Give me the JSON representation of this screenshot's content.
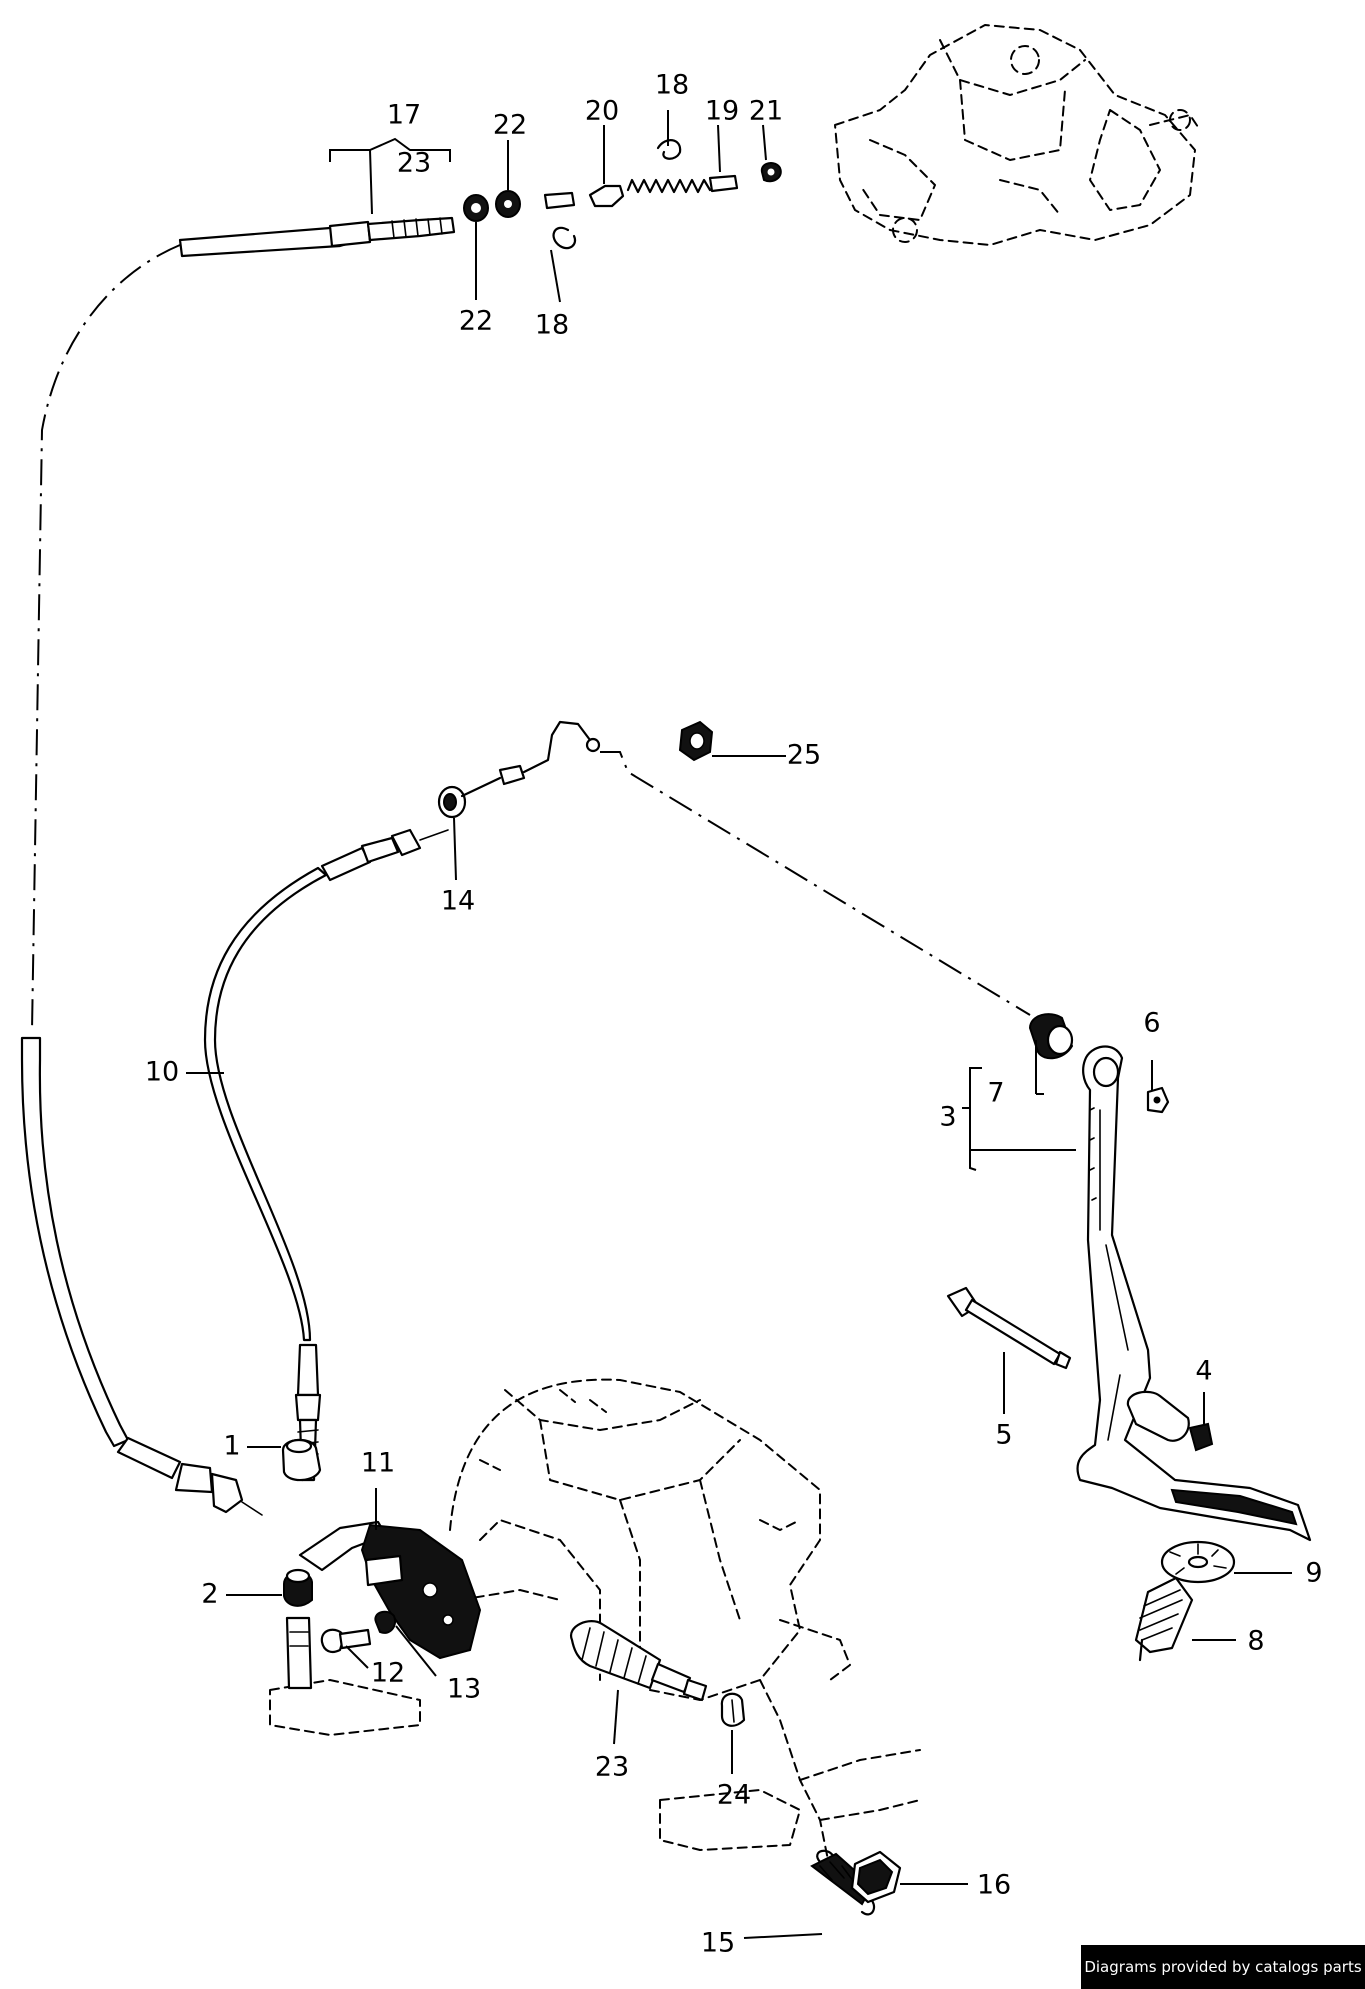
{
  "callouts": [
    {
      "id": "17",
      "label": "17"
    },
    {
      "id": "23-top",
      "label": "23"
    },
    {
      "id": "22-top",
      "label": "22"
    },
    {
      "id": "22-bottom",
      "label": "22"
    },
    {
      "id": "20",
      "label": "20"
    },
    {
      "id": "18-top",
      "label": "18"
    },
    {
      "id": "18-bottom",
      "label": "18"
    },
    {
      "id": "19",
      "label": "19"
    },
    {
      "id": "21",
      "label": "21"
    },
    {
      "id": "25",
      "label": "25"
    },
    {
      "id": "14",
      "label": "14"
    },
    {
      "id": "10",
      "label": "10"
    },
    {
      "id": "6",
      "label": "6"
    },
    {
      "id": "7",
      "label": "7"
    },
    {
      "id": "3",
      "label": "3"
    },
    {
      "id": "5",
      "label": "5"
    },
    {
      "id": "4",
      "label": "4"
    },
    {
      "id": "9",
      "label": "9"
    },
    {
      "id": "8",
      "label": "8"
    },
    {
      "id": "1",
      "label": "1"
    },
    {
      "id": "11",
      "label": "11"
    },
    {
      "id": "2",
      "label": "2"
    },
    {
      "id": "12",
      "label": "12"
    },
    {
      "id": "13",
      "label": "13"
    },
    {
      "id": "23-bottom",
      "label": "23"
    },
    {
      "id": "24",
      "label": "24"
    },
    {
      "id": "16",
      "label": "16"
    },
    {
      "id": "15",
      "label": "15"
    }
  ],
  "credit": "Diagrams provided by catalogs parts"
}
